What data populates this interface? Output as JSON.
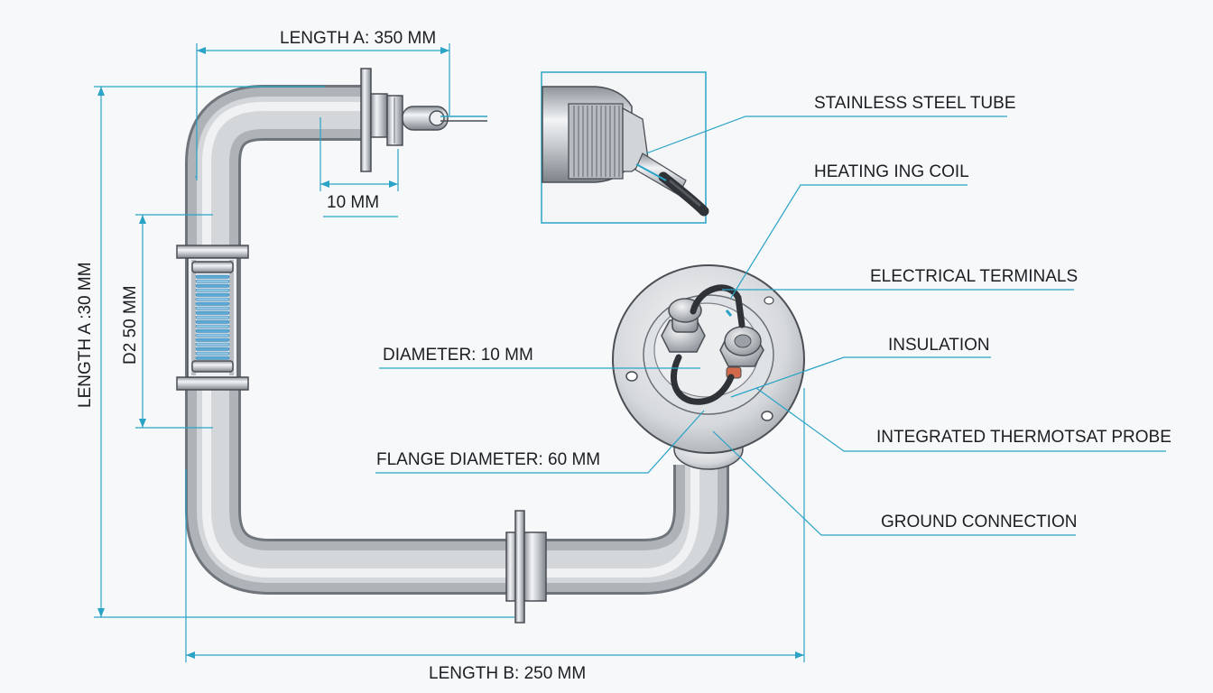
{
  "dimensions": {
    "length_a_top": "LENGTH A: 350 MM",
    "ten_mm": "10 MM",
    "length_a_side": "LENGTH A :30 MM",
    "d2": "D2 50 MM",
    "length_b": "LENGTH B: 250 MM"
  },
  "callouts": {
    "diameter": "DIAMETER: 10 MM",
    "flange_diameter": "FLANGE DIAMETER: 60 MM",
    "stainless_steel_tube": "STAINLESS STEEL TUBE",
    "heating_coil": "HEATING ING COIL",
    "electrical_terminals": "ELECTRICAL TERMINALS",
    "insulation": "INSULATION",
    "thermostat_probe": "INTEGRATED THERMOTSAT PROBE",
    "ground_connection": "GROUND CONNECTION"
  },
  "colors": {
    "accent": "#2aa3c7",
    "steel_light": "#f2f4f6",
    "steel_dark": "#8e949a",
    "text": "#1b1f24"
  }
}
